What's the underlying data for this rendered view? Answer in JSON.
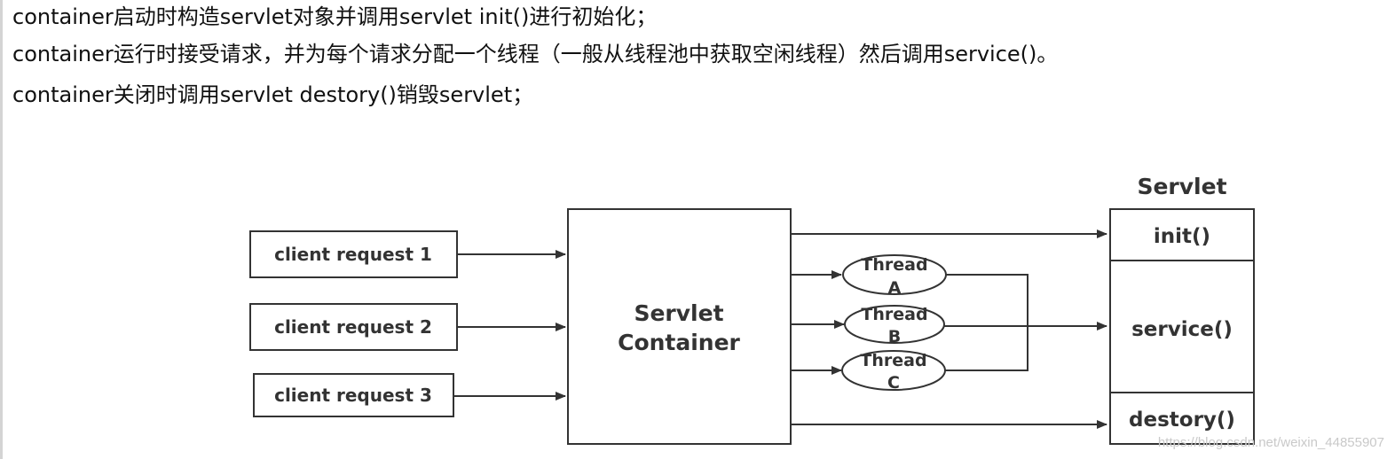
{
  "text": {
    "line1": "container启动时构造servlet对象并调用servlet init()进行初始化；",
    "line2": "container运行时接受请求，并为每个请求分配一个线程（一般从线程池中获取空闲线程）然后调用service()。",
    "line3": "container关闭时调用servlet destory()销毁servlet；"
  },
  "diagram": {
    "clients": [
      "client request 1",
      "client request 2",
      "client request 3"
    ],
    "container": {
      "line1": "Servlet",
      "line2": "Container"
    },
    "threads": [
      {
        "line1": "Thread",
        "line2": "A"
      },
      {
        "line1": "Thread",
        "line2": "B"
      },
      {
        "line1": "Thread",
        "line2": "C"
      }
    ],
    "servlet": {
      "title": "Servlet",
      "methods": [
        "init()",
        "service()",
        "destory()"
      ]
    },
    "colors": {
      "stroke": "#333333",
      "text": "#333333"
    }
  },
  "watermark": "https://blog.csdn.net/weixin_44855907"
}
